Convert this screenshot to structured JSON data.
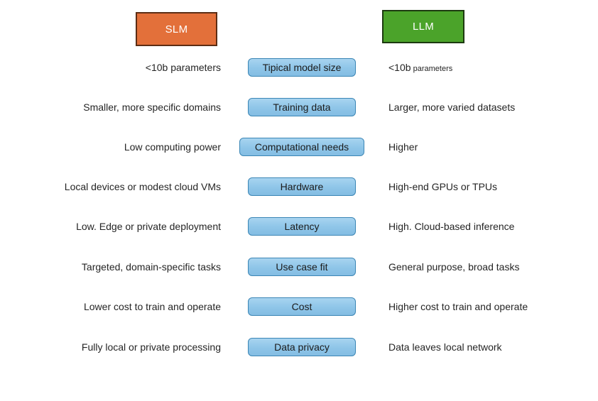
{
  "headers": {
    "left": {
      "label": "SLM",
      "fill": "#e3703a",
      "border": "#5c2d14",
      "text_color": "#ffffff"
    },
    "right": {
      "label": "LLM",
      "fill": "#4ba32a",
      "border": "#1d3a10",
      "text_color": "#ffffff"
    }
  },
  "pill_style": {
    "fill": "#8ec5e8",
    "border": "#3b86b5",
    "text_color": "#1b1b1b"
  },
  "rows": [
    {
      "attribute": "Tipical model size",
      "slm": "<10b parameters",
      "llm_main": "<10b",
      "llm_small": "parameters",
      "wide": false
    },
    {
      "attribute": "Training data",
      "slm": "Smaller, more specific domains",
      "llm": "Larger, more varied datasets",
      "wide": false
    },
    {
      "attribute": "Computational needs",
      "slm": "Low computing power",
      "llm": "Higher",
      "wide": true
    },
    {
      "attribute": "Hardware",
      "slm": "Local devices or modest cloud VMs",
      "llm": "High-end GPUs or TPUs",
      "wide": false
    },
    {
      "attribute": "Latency",
      "slm": "Low. Edge or private deployment",
      "llm": "High. Cloud-based inference",
      "wide": false
    },
    {
      "attribute": "Use case fit",
      "slm": "Targeted, domain-specific tasks",
      "llm": "General purpose, broad tasks",
      "wide": false
    },
    {
      "attribute": "Cost",
      "slm": "Lower cost to train and operate",
      "llm": "Higher cost to train and operate",
      "wide": false
    },
    {
      "attribute": "Data privacy",
      "slm": "Fully local or private processing",
      "llm": "Data leaves local network",
      "wide": false
    }
  ]
}
